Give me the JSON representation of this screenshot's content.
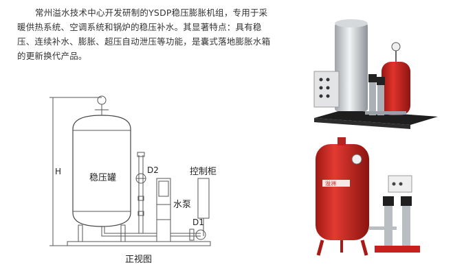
{
  "intro_text": "常州溢水技术中心开发研制的YSDP稳压膨胀机组，专用于采暖供热系统、空调系统和锅炉的稳压补水。其显著特点：具有稳压、连续补水、膨胀、超压自动泄压等功能，是囊式落地膨胀水箱的更新换代产品。",
  "diagram": {
    "height_label": "H",
    "tank_label": "稳压罐",
    "d2_label": "D2",
    "control_label": "控制柜",
    "pump_label": "水泵",
    "d1_label": "D1",
    "caption": "正视图"
  },
  "photos": {
    "top_brand": "",
    "bottom_brand": "溢洲"
  },
  "colors": {
    "tank_red": "#c8201c",
    "stainless": "#c9ccd0",
    "panel_gray": "#e8e8e8"
  }
}
